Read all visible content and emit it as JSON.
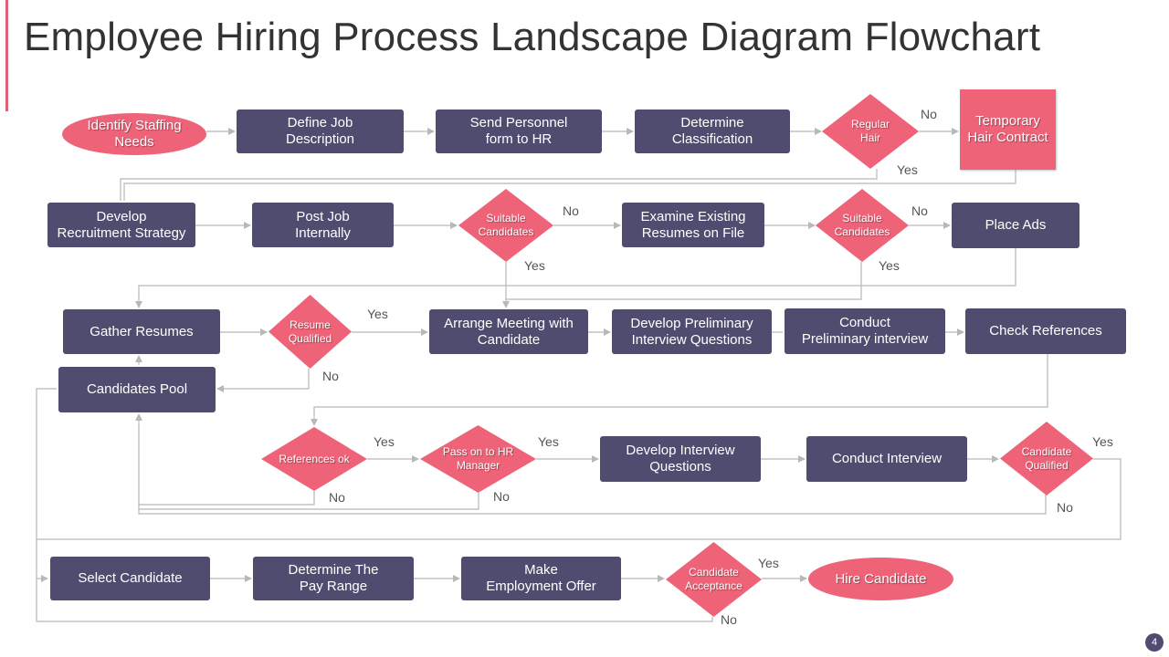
{
  "title": "Employee Hiring Process Landscape Diagram Flowchart",
  "colors": {
    "box": "#4f4c6f",
    "accent": "#ee6378",
    "connector": "#b8b8b8"
  },
  "nodes": {
    "identify_staffing": "Identify Staffing\nNeeds",
    "define_job": "Define Job\nDescription",
    "send_personnel": "Send Personnel\nform to HR",
    "determine_classification": "Determine\nClassification",
    "regular_hair": "Regular\nHair",
    "temporary_contract": "Temporary\nHair Contract",
    "develop_recruitment": "Develop\nRecruitment Strategy",
    "post_job": "Post Job\nInternally",
    "suitable_candidates_1": "Suitable\nCandidates",
    "examine_resumes": "Examine Existing\nResumes on File",
    "suitable_candidates_2": "Suitable\nCandidates",
    "place_ads": "Place Ads",
    "gather_resumes": "Gather Resumes",
    "resume_qualified": "Resume\nQualified",
    "arrange_meeting": "Arrange Meeting with\nCandidate",
    "develop_preliminary": "Develop Preliminary\nInterview Questions",
    "conduct_preliminary": "Conduct\nPreliminary interview",
    "check_references": "Check References",
    "candidates_pool": "Candidates Pool",
    "references_ok": "References  ok",
    "pass_hr_manager": "Pass on to HR\nManager",
    "develop_interview": "Develop Interview\nQuestions",
    "conduct_interview": "Conduct Interview",
    "candidate_qualified": "Candidate\nQualified",
    "select_candidate": "Select Candidate",
    "determine_pay": "Determine The\nPay Range",
    "make_offer": "Make\nEmployment Offer",
    "candidate_acceptance": "Candidate\nAcceptance",
    "hire_candidate": "Hire Candidate"
  },
  "labels": {
    "yes": "Yes",
    "no": "No"
  },
  "page_number": "4"
}
